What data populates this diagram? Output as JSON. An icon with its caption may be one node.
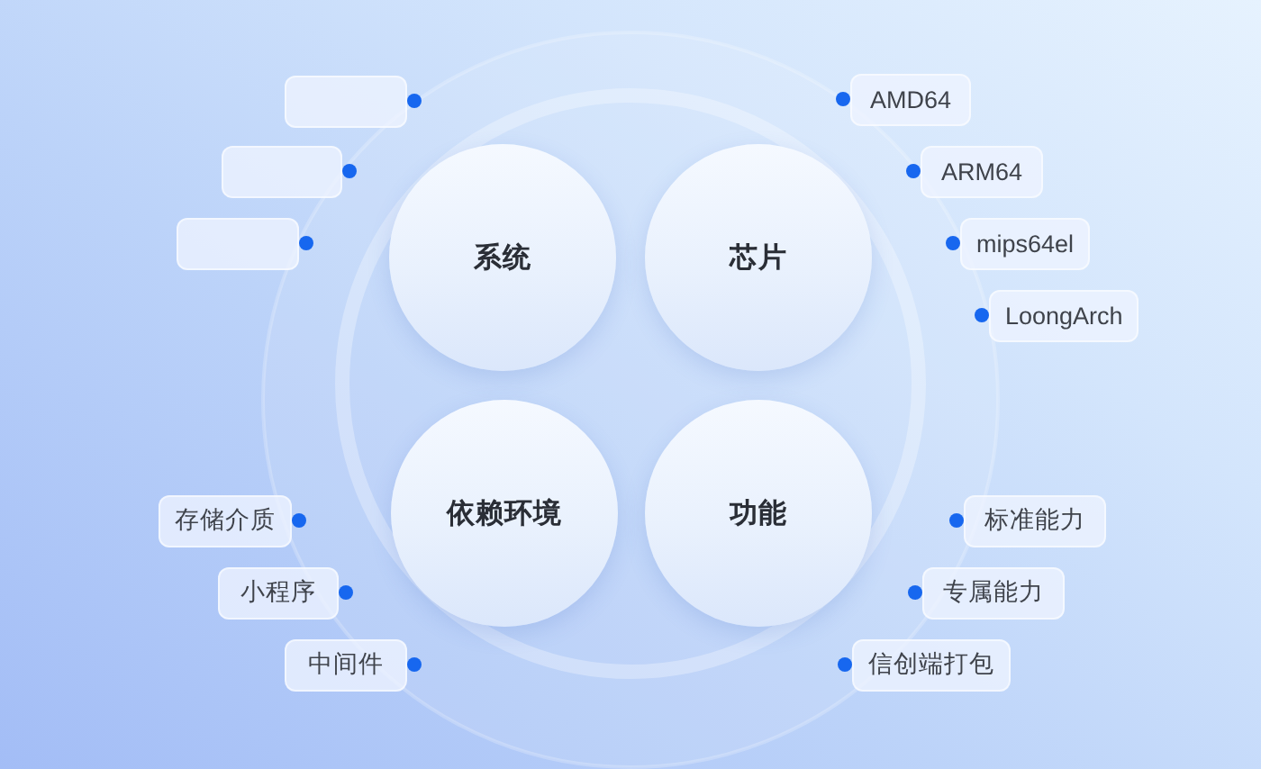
{
  "diagram": {
    "nodes": [
      {
        "text": [
          "系统"
        ]
      },
      {
        "text": [],
        "shape": "box"
      },
      {
        "text": [],
        "shape": "box"
      },
      {
        "text": [],
        "shape": "box"
      },
      {
        "text": [
          "芯片"
        ]
      },
      {
        "text": [
          "AMD64"
        ]
      },
      {
        "text": [
          "ARM64"
        ]
      },
      {
        "text": [
          "mips64el"
        ]
      },
      {
        "text": [
          "LoongArch"
        ]
      },
      {
        "text": [
          "依赖环境"
        ]
      },
      {
        "text": [
          "存储介质"
        ]
      },
      {
        "text": [
          "小程序"
        ]
      },
      {
        "text": [
          "中间件"
        ]
      },
      {
        "text": [
          "功能"
        ]
      },
      {
        "text": [
          "标准能力"
        ]
      },
      {
        "text": [
          "专属能力"
        ]
      },
      {
        "text": [
          "信创端打包"
        ]
      }
    ]
  }
}
